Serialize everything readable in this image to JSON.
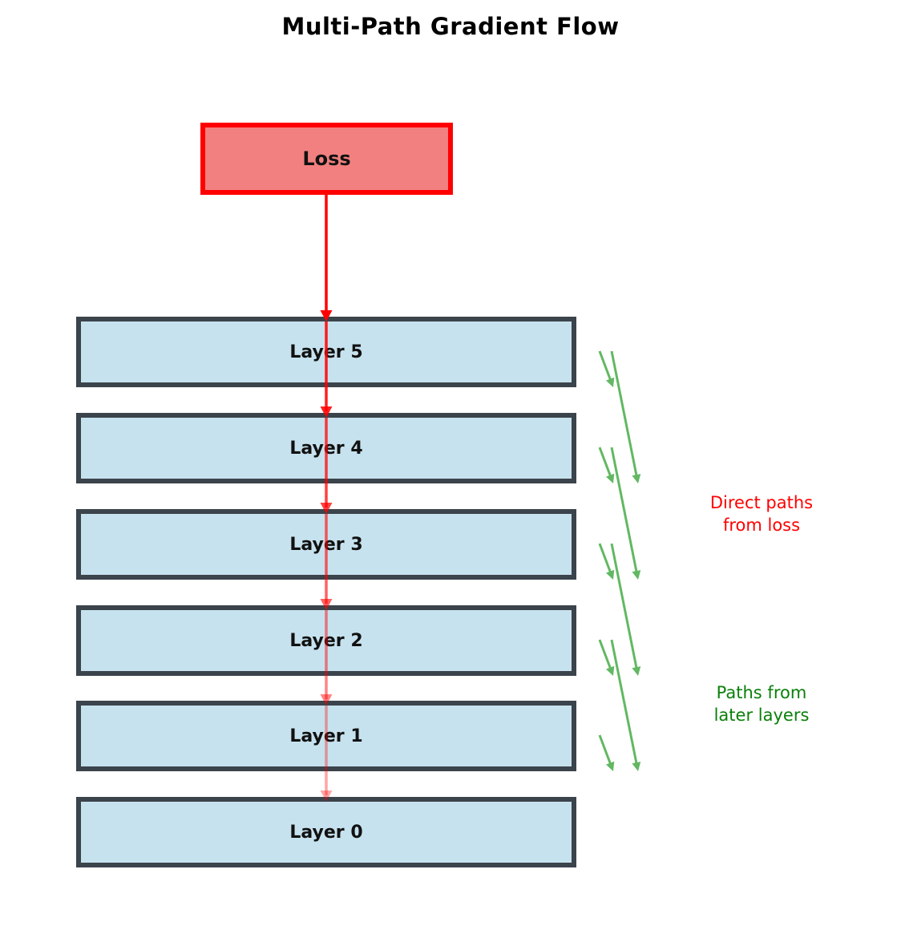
{
  "title": "Multi-Path Gradient Flow",
  "loss": {
    "label": "Loss"
  },
  "layers": [
    {
      "label": "Layer 5"
    },
    {
      "label": "Layer 4"
    },
    {
      "label": "Layer 3"
    },
    {
      "label": "Layer 2"
    },
    {
      "label": "Layer 1"
    },
    {
      "label": "Layer 0"
    }
  ],
  "annotations": {
    "direct_paths": {
      "line1": "Direct paths",
      "line2": "from loss",
      "color": "#ff0000"
    },
    "later_paths": {
      "line1": "Paths from",
      "line2": "later layers",
      "color": "#0a800a"
    }
  },
  "colors": {
    "background": "#ffffff",
    "loss_fill": "#f28080",
    "loss_border": "#ff0000",
    "layer_fill": "#c6e2ee",
    "layer_border": "#3b434b",
    "direct_arrow": "#ff0000",
    "skip_arrow": "#62b862",
    "title_color": "#000000"
  },
  "direct_arrow_opacities": [
    1.0,
    0.87,
    0.74,
    0.61,
    0.48,
    0.35
  ]
}
